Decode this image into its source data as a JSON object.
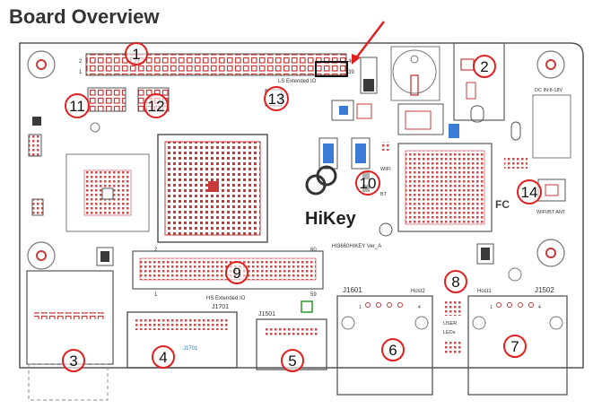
{
  "page": {
    "title": "Board Overview"
  },
  "board": {
    "name": "HiKey",
    "model_text": "HI3660HIKEY Ver_A",
    "labels": {
      "ls_expand_io": "LS Extended IO",
      "hs_expand_io": "HS Extended IO",
      "dc_input": "DC IN:8-18V",
      "j1601": "J1601",
      "j1502": "J1502",
      "j1501": "J1501",
      "j1701": "J1701",
      "j1701_blue": "J1701",
      "host2": "Host2",
      "host1": "Host1",
      "user_leds_1": "USER",
      "user_leds_2": "LEDs",
      "wifi": "WIFI",
      "bt": "BT",
      "wifi_bt_ant": "WIFI/BT ANT",
      "pin_2": "2",
      "pin_1": "1",
      "pin_40": "40",
      "pin_39": "39",
      "pin_60": "60",
      "pin_59": "59",
      "pin_1b": "1",
      "pin_2b": "2",
      "usb_left": "1",
      "usb_right": "4",
      "usb2_left": "1",
      "usb2_right": "4"
    },
    "callouts": [
      {
        "number": "1"
      },
      {
        "number": "2"
      },
      {
        "number": "3"
      },
      {
        "number": "4"
      },
      {
        "number": "5"
      },
      {
        "number": "6"
      },
      {
        "number": "7"
      },
      {
        "number": "8"
      },
      {
        "number": "9"
      },
      {
        "number": "10"
      },
      {
        "number": "11"
      },
      {
        "number": "12"
      },
      {
        "number": "13"
      },
      {
        "number": "14"
      }
    ],
    "colors": {
      "outline": "#555555",
      "callout": "#e02020",
      "highlight_arrow": "#e02020",
      "chip_red": "#c83a3a",
      "blue": "#3a7bd5",
      "title": "#333333"
    }
  }
}
